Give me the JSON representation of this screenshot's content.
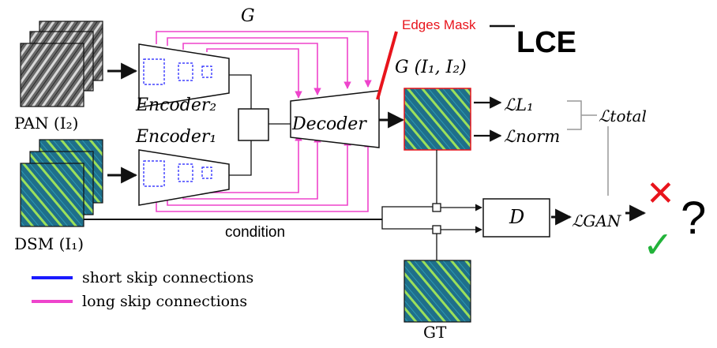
{
  "generator_label": "G",
  "inputs": {
    "pan_label": "PAN (I₂)",
    "dsm_label": "DSM (I₁)"
  },
  "blocks": {
    "encoder2_label": "Encoder₂",
    "encoder1_label": "Encoder₁",
    "decoder_label": "Decoder",
    "discriminator_label": "D"
  },
  "output_label": "G (I₁, I₂)",
  "losses": {
    "l1": "ℒL₁",
    "norm": "ℒnorm",
    "total": "ℒtotal",
    "gan": "ℒGAN",
    "ce": "LCE"
  },
  "edges_mask_label": "Edges Mask",
  "condition_label": "condition",
  "gt_label": "GT",
  "legend": [
    {
      "label": "short skip connections",
      "color": "#1a1aff"
    },
    {
      "label": "long skip connections",
      "color": "#ee44cc"
    }
  ],
  "verdict": {
    "reject_symbol": "✕",
    "accept_symbol": "✓",
    "question_symbol": "?"
  },
  "colors": {
    "short_skip": "#1a1aff",
    "long_skip": "#ee44cc",
    "edges_mask": "#e8141c",
    "reject": "#e8141c",
    "accept": "#22b33a",
    "dsm_tile": "#1f6f8a",
    "dsm_edge": "#9be05a"
  }
}
